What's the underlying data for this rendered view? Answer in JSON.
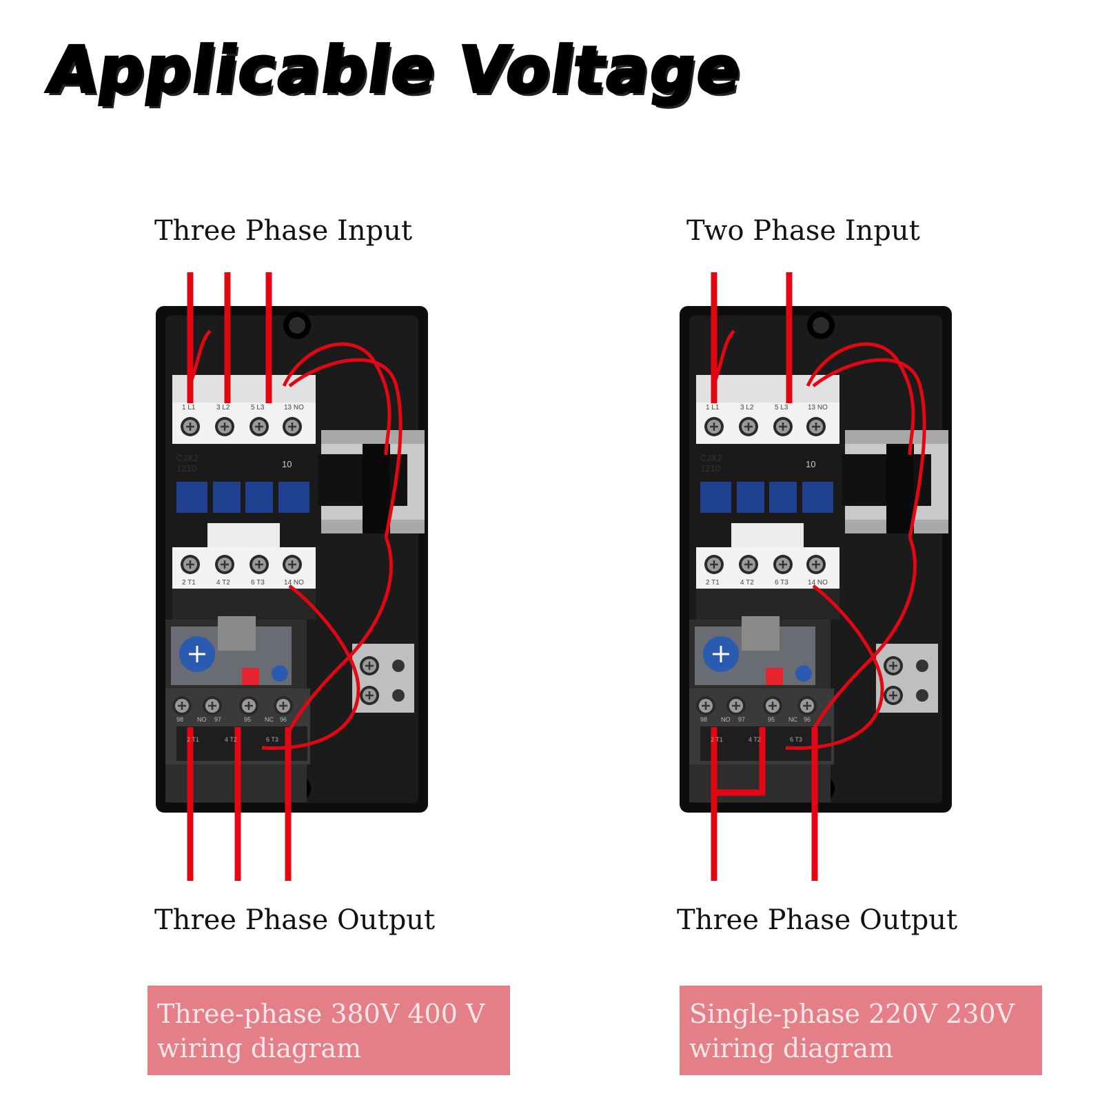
{
  "title": "Applicable Voltage",
  "left": {
    "input_label": "Three Phase Input",
    "output_label": "Three Phase Output",
    "caption_line1": "Three-phase 380V 400 V",
    "caption_line2": "wiring diagram"
  },
  "right": {
    "input_label": "Two Phase Input",
    "output_label": "Three Phase Output",
    "caption_line1": "Single-phase 220V 230V",
    "caption_line2": "wiring diagram"
  },
  "device": {
    "model_line1": "CJX2",
    "model_line2": "1210",
    "aux_number": "10",
    "top_terminals": [
      "1 L1",
      "3 L2",
      "5 L3",
      "13 NO"
    ],
    "bottom_terminals": [
      "2 T1",
      "4 T2",
      "6 T3",
      "14 NO"
    ],
    "relay_terminals": [
      "98",
      "NO",
      "97",
      "95",
      "NC",
      "96"
    ],
    "relay_bottom": [
      "2 T1",
      "4 T2",
      "6 T3"
    ]
  },
  "colors": {
    "wire": "#e30613",
    "caption_bg": "#e47f88",
    "enclosure": "#0d0d0d",
    "contactor_blue": "#1f3f8f"
  }
}
